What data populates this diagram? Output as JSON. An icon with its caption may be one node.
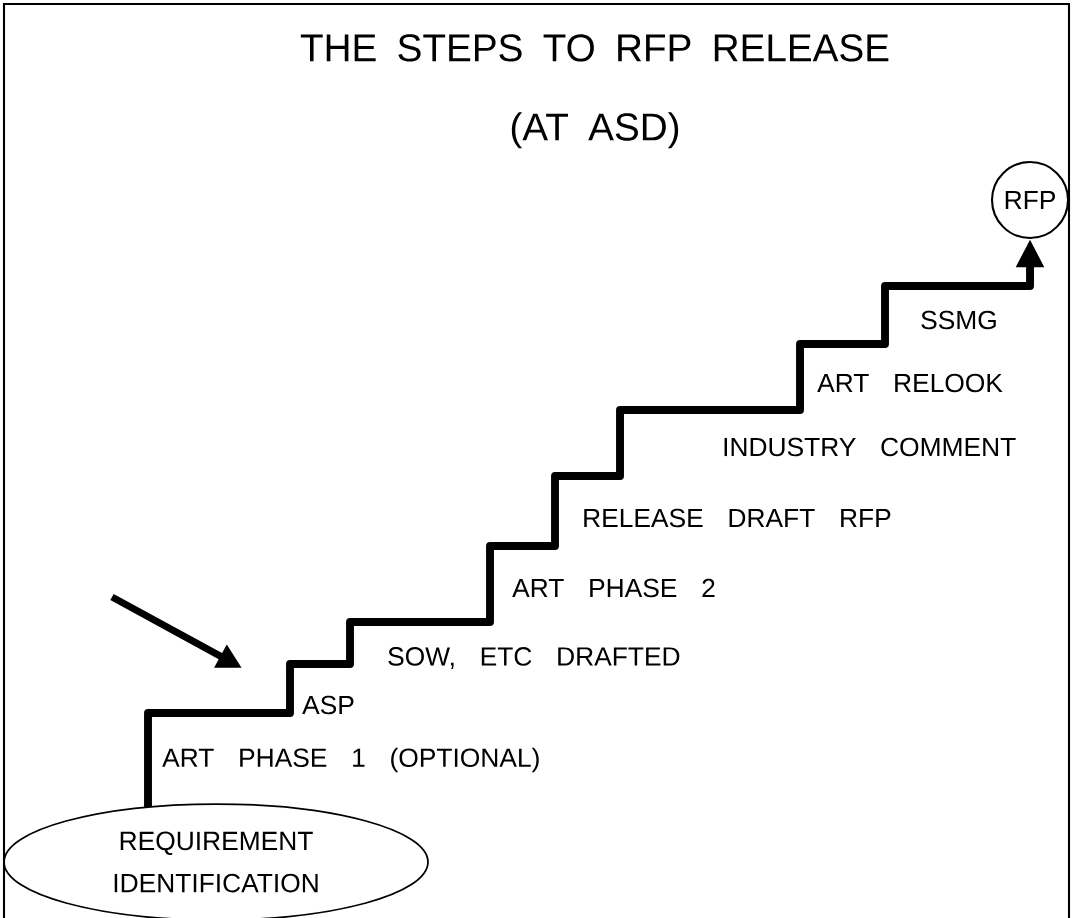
{
  "diagram": {
    "title": "THE STEPS TO RFP RELEASE (AT ASD)",
    "nodes": [
      {
        "text": [
          "REQUIREMENT IDENTIFICATION"
        ]
      },
      {
        "text": [
          "RFP"
        ]
      }
    ],
    "edges": [
      {
        "from": 0,
        "to": 1,
        "arrow": "to"
      }
    ],
    "labels": [
      "SSMG",
      "ART RELOOK",
      "INDUSTRY COMMENT",
      "RELEASE DRAFT RFP",
      "ART PHASE 2",
      "SOW, ETC DRAFTED",
      "ASP",
      "ART PHASE 1 (OPTIONAL)"
    ]
  }
}
